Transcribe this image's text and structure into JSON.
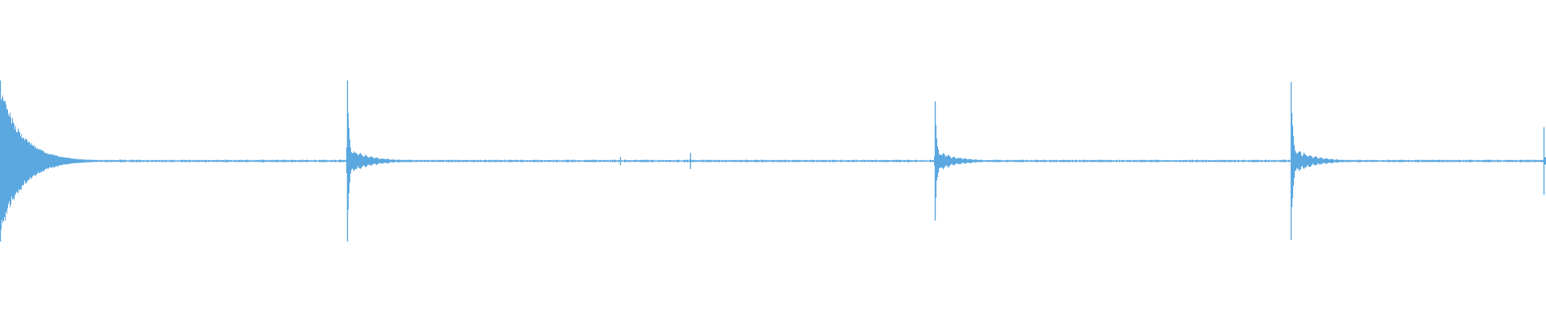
{
  "waveform": {
    "color": "#5ba8e0",
    "background": "#ffffff",
    "amplitude_range": [
      -1,
      1
    ],
    "time_range": [
      0,
      1
    ],
    "noise_floor": 0.012,
    "transients": [
      {
        "label": "hit-1",
        "t": 0.0,
        "peak": 1.0,
        "decay": 0.045,
        "onset": "ramp"
      },
      {
        "label": "hit-2",
        "t": 0.2245,
        "peak": 1.0,
        "decay": 0.03,
        "onset": "sharp"
      },
      {
        "label": "click-1",
        "t": 0.4015,
        "peak": 0.05,
        "decay": 0.002,
        "onset": "sharp"
      },
      {
        "label": "tap-1",
        "t": 0.4465,
        "peak": 0.1,
        "decay": 0.005,
        "onset": "sharp"
      },
      {
        "label": "hit-3",
        "t": 0.605,
        "peak": 0.74,
        "decay": 0.03,
        "onset": "sharp"
      },
      {
        "label": "hit-4",
        "t": 0.8355,
        "peak": 0.98,
        "decay": 0.03,
        "onset": "sharp"
      },
      {
        "label": "hit-5",
        "t": 0.999,
        "peak": 0.42,
        "decay": 0.004,
        "onset": "sharp"
      }
    ]
  }
}
